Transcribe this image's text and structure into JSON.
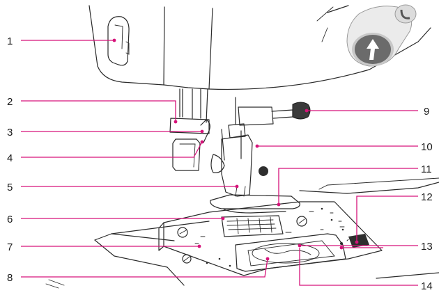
{
  "labels": [
    {
      "id": 1,
      "text": "1"
    },
    {
      "id": 2,
      "text": "2"
    },
    {
      "id": 3,
      "text": "3"
    },
    {
      "id": 4,
      "text": "4"
    },
    {
      "id": 5,
      "text": "5"
    },
    {
      "id": 6,
      "text": "6"
    },
    {
      "id": 7,
      "text": "7"
    },
    {
      "id": 8,
      "text": "8"
    },
    {
      "id": 9,
      "text": "9"
    },
    {
      "id": 10,
      "text": "10"
    },
    {
      "id": 11,
      "text": "11"
    },
    {
      "id": 12,
      "text": "12"
    },
    {
      "id": 13,
      "text": "13"
    },
    {
      "id": 14,
      "text": "14"
    }
  ],
  "colors": {
    "leader": "#d6137a",
    "outline": "#2a2a2a",
    "button_fill": "#6b6b6b",
    "button_ring": "#c8c8c8"
  },
  "icons": [
    "arrow-up-icon"
  ]
}
